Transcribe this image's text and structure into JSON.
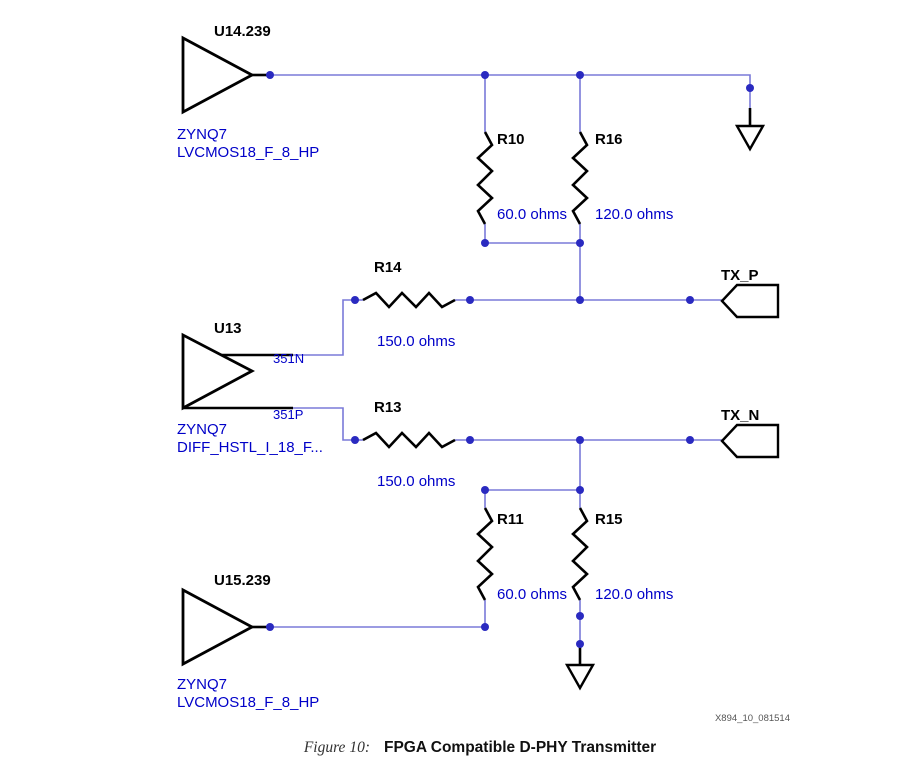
{
  "figure": {
    "caption_label": "Figure 10:",
    "caption_title": "FPGA Compatible D-PHY Transmitter",
    "watermark": "X894_10_081514"
  },
  "components": {
    "u14": {
      "ref": "U14.239",
      "line1": "ZYNQ7",
      "line2": "LVCMOS18_F_8_HP"
    },
    "u13": {
      "ref": "U13",
      "pin_n": "351N",
      "pin_p": "351P",
      "line1": "ZYNQ7",
      "line2": "DIFF_HSTL_I_18_F..."
    },
    "u15": {
      "ref": "U15.239",
      "line1": "ZYNQ7",
      "line2": "LVCMOS18_F_8_HP"
    },
    "r10": {
      "ref": "R10",
      "value": "60.0 ohms"
    },
    "r16": {
      "ref": "R16",
      "value": "120.0 ohms"
    },
    "r14": {
      "ref": "R14",
      "value": "150.0 ohms"
    },
    "r13": {
      "ref": "R13",
      "value": "150.0 ohms"
    },
    "r11": {
      "ref": "R11",
      "value": "60.0 ohms"
    },
    "r15": {
      "ref": "R15",
      "value": "120.0 ohms"
    }
  },
  "ports": {
    "txp": {
      "label": "TX_P"
    },
    "txn": {
      "label": "TX_N"
    }
  },
  "colors": {
    "wire": "#7a7ad8",
    "junction_dot": "#2a2ac0",
    "blue_text": "#0000c8",
    "symbol": "#000000"
  }
}
